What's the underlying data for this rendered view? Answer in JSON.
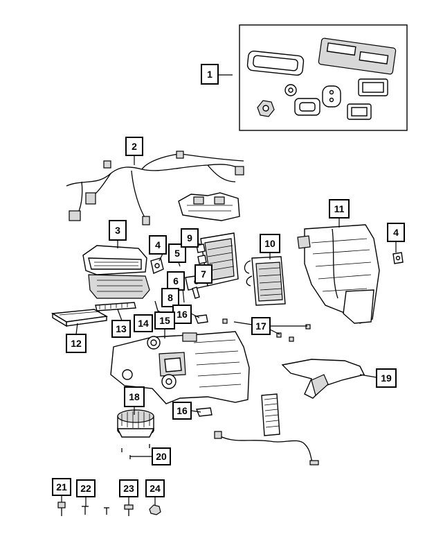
{
  "callouts": {
    "c1": "1",
    "c2": "2",
    "c3": "3",
    "c4a": "4",
    "c4b": "4",
    "c5": "5",
    "c6": "6",
    "c7": "7",
    "c8": "8",
    "c9": "9",
    "c10": "10",
    "c11": "11",
    "c12": "12",
    "c13": "13",
    "c14": "14",
    "c15": "15",
    "c16a": "16",
    "c16b": "16",
    "c17": "17",
    "c18": "18",
    "c19": "19",
    "c20": "20",
    "c21": "21",
    "c22": "22",
    "c23": "23",
    "c24": "24"
  },
  "colors": {
    "line": "#000000",
    "fill": "#d8d8d8",
    "background": "#ffffff"
  }
}
